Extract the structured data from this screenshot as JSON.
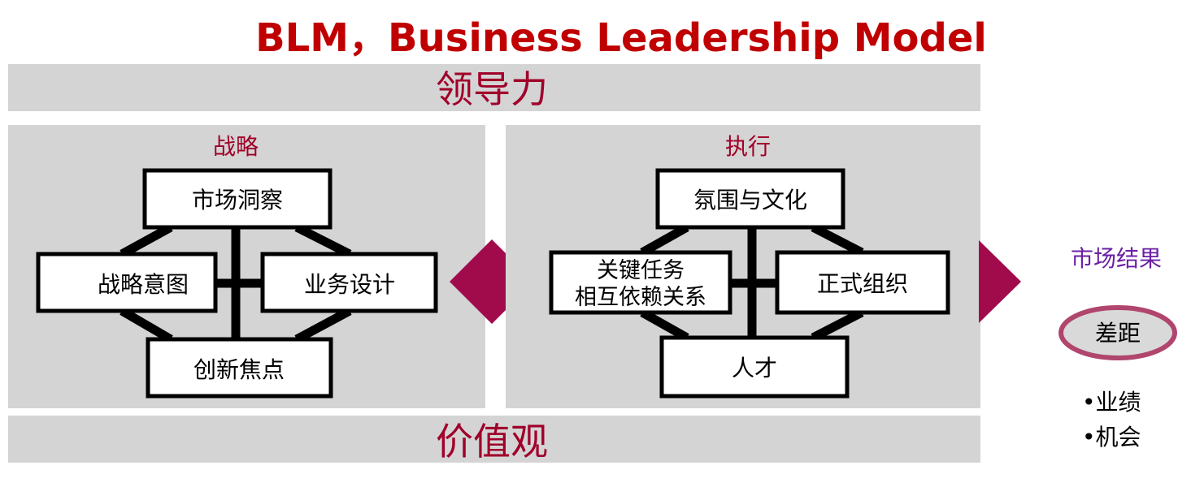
{
  "title": "BLM，Business Leadership Model",
  "leadership": "领导力",
  "values": "价值观",
  "strategy": {
    "title": "战略",
    "boxes": {
      "top": "市场洞察",
      "left": "战略意图",
      "right": "业务设计",
      "bottom": "创新焦点"
    }
  },
  "execution": {
    "title": "执行",
    "boxes": {
      "top": "氛围与文化",
      "left_line1": "关键任务",
      "left_line2": "相互依赖关系",
      "right": "正式组织",
      "bottom": "人才"
    }
  },
  "result": {
    "title": "市场结果",
    "gap": "差距",
    "bullets": [
      "•业绩",
      "•机会"
    ]
  },
  "colors": {
    "title_red": "#C00000",
    "leader_text": "#A0002A",
    "section_title": "#A00028",
    "accent": "#A10B4C",
    "purple": "#6A1FA5",
    "panel_gray": "#D4D4D4",
    "gap_fill": "#D9D9D9",
    "gap_border": "#B0456E"
  }
}
